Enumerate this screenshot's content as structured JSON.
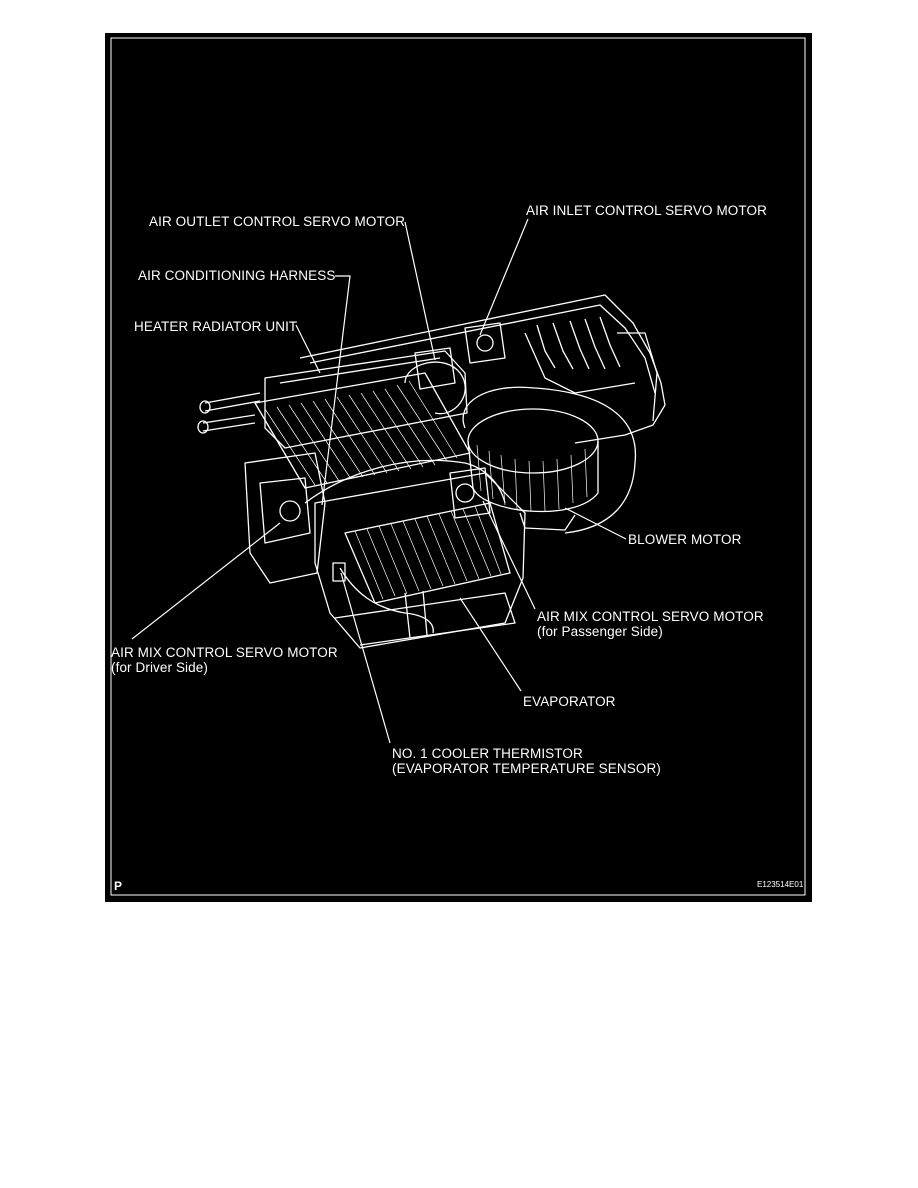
{
  "figure": {
    "colors": {
      "background": "#000000",
      "line": "#ffffff",
      "page": "#ffffff"
    },
    "labels": {
      "air_outlet_servo": "AIR OUTLET CONTROL SERVO MOTOR",
      "air_inlet_servo": "AIR INLET CONTROL SERVO MOTOR",
      "ac_harness": "AIR CONDITIONING HARNESS",
      "heater_radiator": "HEATER RADIATOR UNIT",
      "blower_motor": "BLOWER MOTOR",
      "air_mix_passenger": "AIR MIX CONTROL SERVO MOTOR",
      "air_mix_passenger_note": "(for Passenger Side)",
      "air_mix_driver": "AIR MIX CONTROL SERVO MOTOR",
      "air_mix_driver_note": "(for Driver Side)",
      "evaporator": "EVAPORATOR",
      "thermistor": "NO. 1 COOLER THERMISTOR",
      "thermistor_note": "(EVAPORATOR TEMPERATURE SENSOR)"
    },
    "corner_left": "P",
    "figure_code": "E123514E01"
  }
}
